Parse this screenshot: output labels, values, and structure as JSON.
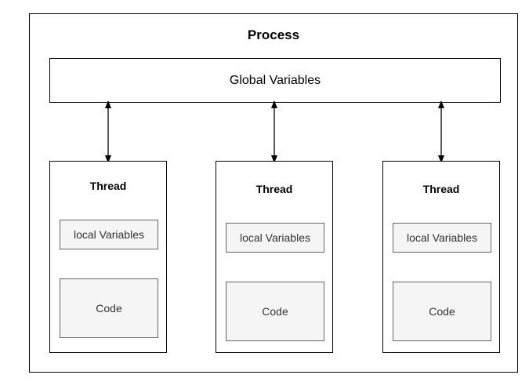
{
  "process": {
    "title": "Process"
  },
  "global_variables": {
    "label": "Global Variables"
  },
  "threads": [
    {
      "title": "Thread",
      "locals_label": "local Variables",
      "code_label": "Code"
    },
    {
      "title": "Thread",
      "locals_label": "local Variables",
      "code_label": "Code"
    },
    {
      "title": "Thread",
      "locals_label": "local Variables",
      "code_label": "Code"
    }
  ],
  "colors": {
    "border": "#000000",
    "inner_fill": "#f5f5f5",
    "inner_border": "#666666"
  }
}
